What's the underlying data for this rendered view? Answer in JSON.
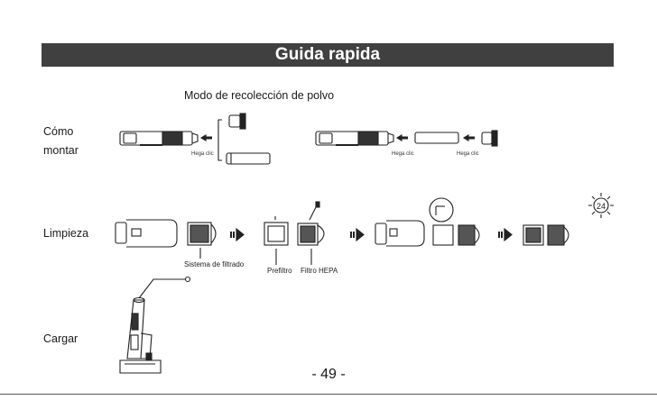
{
  "header": {
    "title": "Guida rapida"
  },
  "section_title": "Modo de recolección de polvo",
  "steps": {
    "mount": {
      "line1": "Cómo",
      "line2": "montar",
      "click1": "Hega clic",
      "click2": "Hega clic",
      "click3": "Hega clic"
    },
    "clean": {
      "label": "Limpieza",
      "filter_system": "Sistema de filtrado",
      "prefilter": "Prefiltro",
      "hepa": "Filtro HEPA",
      "badge": "24"
    },
    "charge": {
      "label": "Cargar"
    }
  },
  "footer": {
    "page_number": "- 49 -"
  }
}
